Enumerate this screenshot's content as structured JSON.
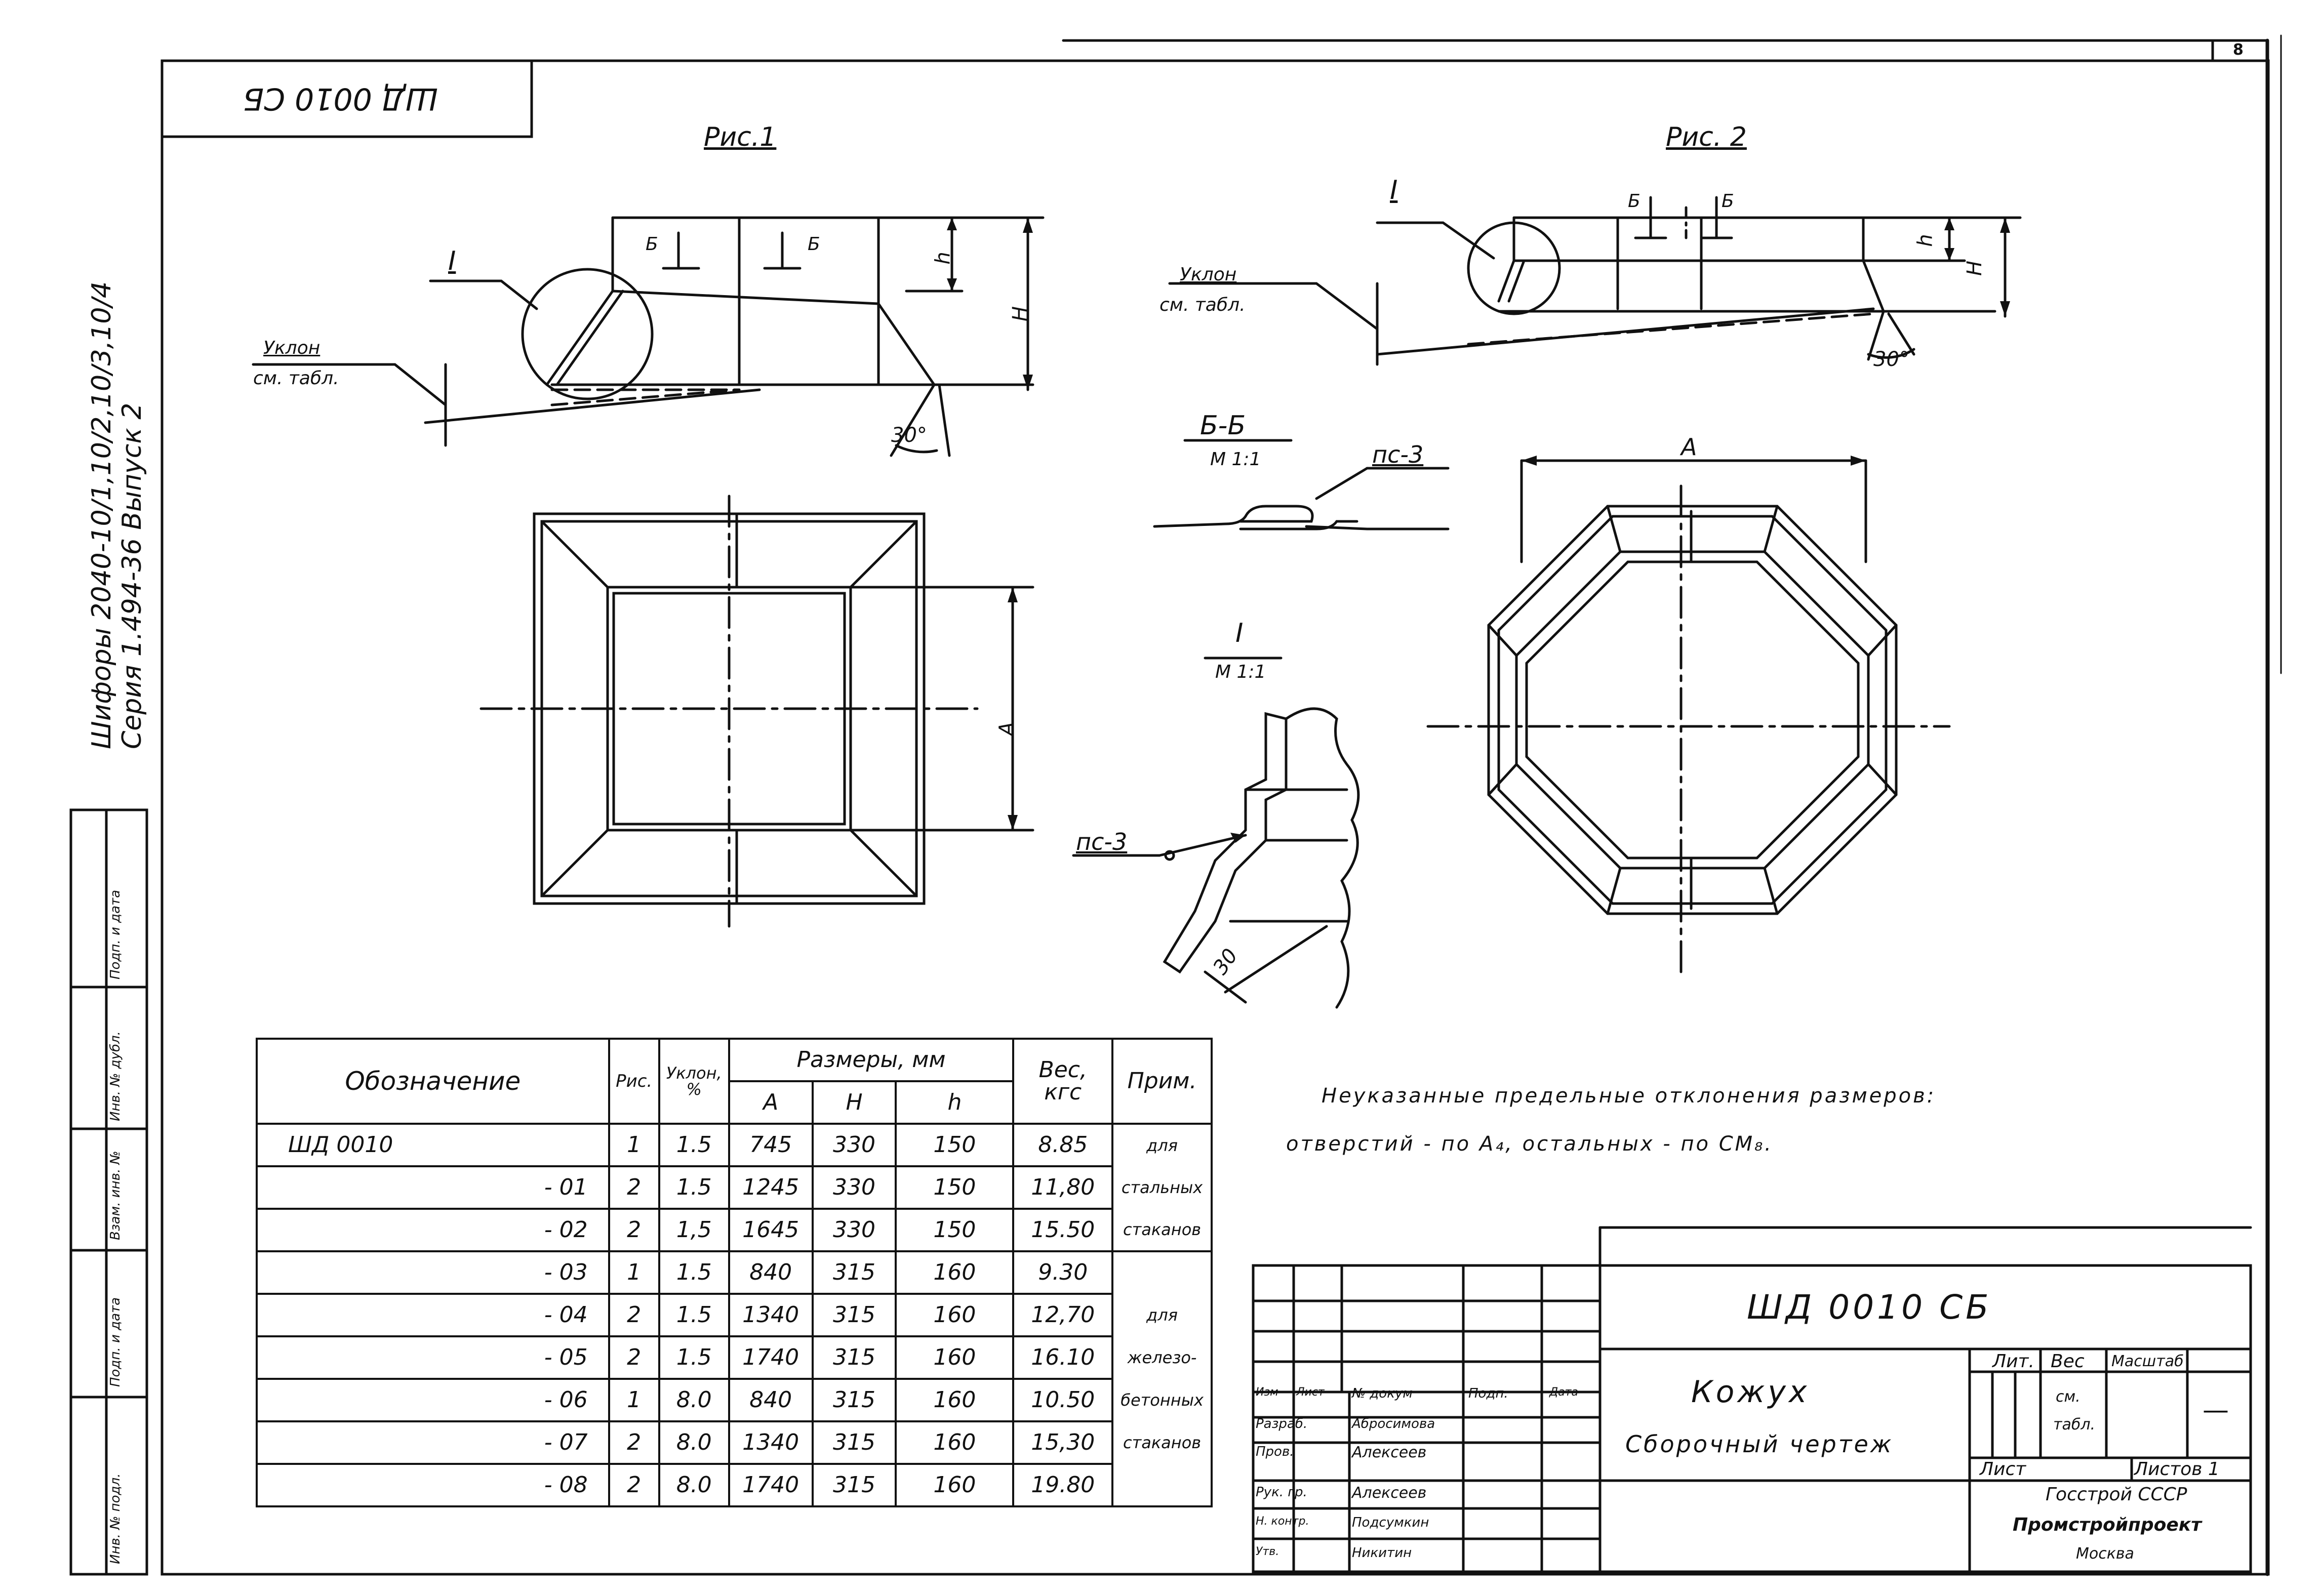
{
  "stamp_top": "ШД 0010 СБ",
  "sheet_no": "8",
  "series_line1": "Шифоры 2040-10/1,10/2,10/3,10/4",
  "series_line2": "Серия 1.494-36   Выпуск 2",
  "side_stamp": [
    "Инв. № подл.",
    "Подп. и дата",
    "Взам. инв. №",
    "Инв. № дубл.",
    "Подп. и дата"
  ],
  "fig1": {
    "title": "Рис.1",
    "callout": "I",
    "section": "Б",
    "h_label": "h",
    "H_label": "H",
    "slope_l1": "Уклон",
    "slope_l2": "см. табл.",
    "angle": "30°",
    "A_label": "A"
  },
  "fig2": {
    "title": "Рис. 2",
    "callout": "I",
    "section": "Б",
    "h_label": "h",
    "H_label": "H",
    "slope_l1": "Уклон",
    "slope_l2": "см. табл.",
    "angle": "30°",
    "A_label": "A"
  },
  "detail_bb": {
    "title": "Б-Б",
    "scale": "М 1:1",
    "weld": "пс-3"
  },
  "detail_i": {
    "title": "I",
    "scale": "М 1:1",
    "weld": "пс-3",
    "dim": "30"
  },
  "table": {
    "h_designation": "Обозначение",
    "h_fig": "Рис.",
    "h_slope": "Уклон, %",
    "h_dims": "Размеры, мм",
    "h_A": "A",
    "h_H": "H",
    "h_h": "h",
    "h_weight": "Вес, кгс",
    "h_note": "Прим.",
    "rows": [
      {
        "des": "ШД  0010",
        "fig": "1",
        "slope": "1.5",
        "A": "745",
        "H": "330",
        "h": "150",
        "w": "8.85"
      },
      {
        "des": "- 01",
        "fig": "2",
        "slope": "1.5",
        "A": "1245",
        "H": "330",
        "h": "150",
        "w": "11,80"
      },
      {
        "des": "- 02",
        "fig": "2",
        "slope": "1,5",
        "A": "1645",
        "H": "330",
        "h": "150",
        "w": "15.50"
      },
      {
        "des": "- 03",
        "fig": "1",
        "slope": "1.5",
        "A": "840",
        "H": "315",
        "h": "160",
        "w": "9.30"
      },
      {
        "des": "- 04",
        "fig": "2",
        "slope": "1.5",
        "A": "1340",
        "H": "315",
        "h": "160",
        "w": "12,70"
      },
      {
        "des": "- 05",
        "fig": "2",
        "slope": "1.5",
        "A": "1740",
        "H": "315",
        "h": "160",
        "w": "16.10"
      },
      {
        "des": "- 06",
        "fig": "1",
        "slope": "8.0",
        "A": "840",
        "H": "315",
        "h": "160",
        "w": "10.50"
      },
      {
        "des": "- 07",
        "fig": "2",
        "slope": "8.0",
        "A": "1340",
        "H": "315",
        "h": "160",
        "w": "15,30"
      },
      {
        "des": "- 08",
        "fig": "2",
        "slope": "8.0",
        "A": "1740",
        "H": "315",
        "h": "160",
        "w": "19.80"
      }
    ],
    "note1": [
      "для",
      "стальных",
      "стаканов"
    ],
    "note2": [
      "для",
      "железо-",
      "бетонных",
      "стаканов"
    ]
  },
  "note_line1": "Неуказанные предельные отклонения размеров:",
  "note_line2": "отверстий - по А₄,  остальных - по СМ₈.",
  "title_block": {
    "code": "ШД  0010 СБ",
    "name": "Кожух",
    "subname": "Сборочный   чертеж",
    "h_izm": "Изм",
    "h_list": "Лист",
    "h_doc": "№ докум",
    "h_podp": "Подп.",
    "h_date": "Дата",
    "role1": "Разраб.",
    "name1": "Абросимова",
    "role2": "Пров.",
    "name2": "Алексеев",
    "role3": "Рук. гр.",
    "name3": "Алексеев",
    "role4": "Н. контр.",
    "name4": "Подсумкин",
    "role5": "Утв.",
    "name5": "Никитин",
    "h_lit": "Лит.",
    "h_ves": "Вес",
    "h_mass": "Масштаб",
    "ves_val1": "см.",
    "ves_val2": "табл.",
    "mass_val": "—",
    "list_label": "Лист",
    "listov_label": "Листов 1",
    "org1": "Госстрой СССР",
    "org2": "Промстройпроект",
    "org3": "Москва"
  }
}
